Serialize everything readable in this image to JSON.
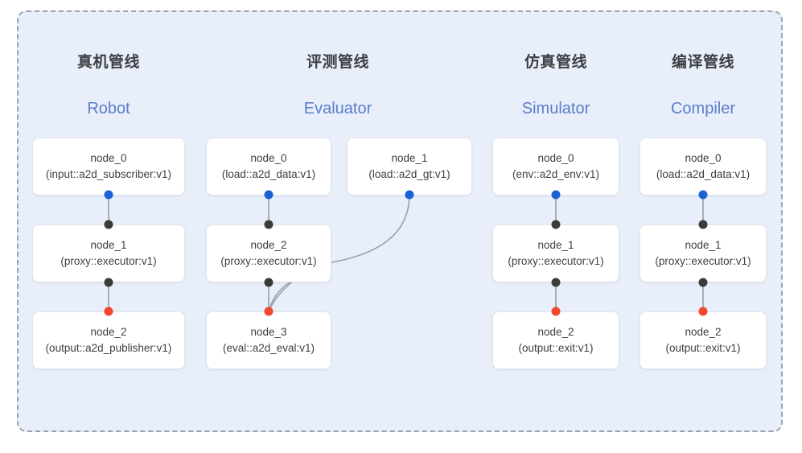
{
  "panel": {
    "border_style": "dashed",
    "border_color": "#9aa3ae",
    "background": "#e8eefa"
  },
  "colors": {
    "input_port": "#1a61d6",
    "neutral_port": "#3b3b3b",
    "output_port": "#f2462f",
    "title_cn": "#3c4043",
    "title_en": "#5b7ec9",
    "node_bg": "#ffffff",
    "node_border": "#e2e4e8",
    "edge": "#9aa0a6"
  },
  "columns": [
    {
      "title_cn": "真机管线",
      "title_en": "Robot",
      "nodes": [
        {
          "name": "node_0",
          "type": "(input::a2d_subscriber:v1)"
        },
        {
          "name": "node_1",
          "type": "(proxy::executor:v1)"
        },
        {
          "name": "node_2",
          "type": "(output::a2d_publisher:v1)"
        }
      ]
    },
    {
      "title_cn": "评测管线",
      "title_en": "Evaluator",
      "nodes": [
        {
          "name": "node_0",
          "type": "(load::a2d_data:v1)"
        },
        {
          "name": "node_1",
          "type": "(load::a2d_gt:v1)"
        },
        {
          "name": "node_2",
          "type": "(proxy::executor:v1)"
        },
        {
          "name": "node_3",
          "type": "(eval::a2d_eval:v1)"
        }
      ]
    },
    {
      "title_cn": "仿真管线",
      "title_en": "Simulator",
      "nodes": [
        {
          "name": "node_0",
          "type": "(env::a2d_env:v1)"
        },
        {
          "name": "node_1",
          "type": "(proxy::executor:v1)"
        },
        {
          "name": "node_2",
          "type": "(output::exit:v1)"
        }
      ]
    },
    {
      "title_cn": "编译管线",
      "title_en": "Compiler",
      "nodes": [
        {
          "name": "node_0",
          "type": "(load::a2d_data:v1)"
        },
        {
          "name": "node_1",
          "type": "(proxy::executor:v1)"
        },
        {
          "name": "node_2",
          "type": "(output::exit:v1)"
        }
      ]
    }
  ]
}
